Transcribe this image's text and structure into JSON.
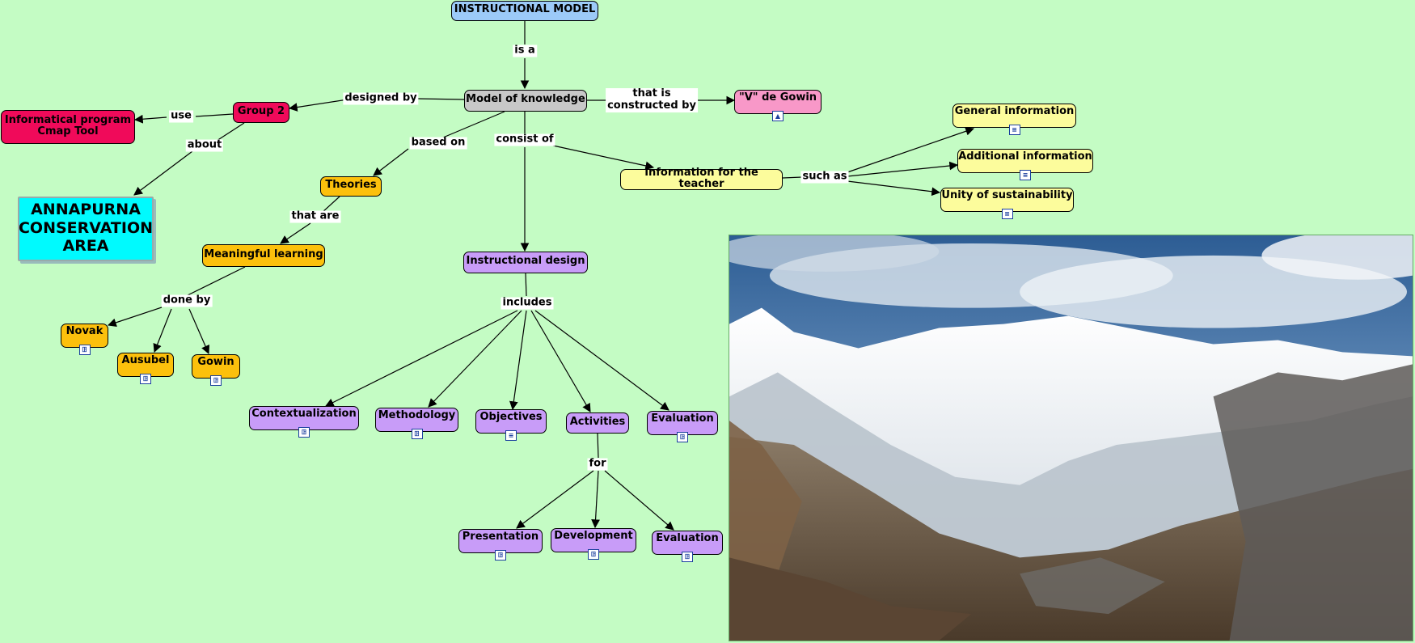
{
  "nodes": {
    "instructional_model": "INSTRUCTIONAL MODEL",
    "model_of_knowledge": "Model of knowledge",
    "v_de_gowin": "\"V\" de Gowin",
    "group2": "Group 2",
    "informatical_program": "Informatical program\nCmap Tool",
    "annapurna": "ANNAPURNA\nCONSERVATION\nAREA",
    "theories": "Theories",
    "meaningful_learning": "Meaningful learning",
    "novak": "Novak",
    "ausubel": "Ausubel",
    "gowin": "Gowin",
    "instructional_design": "Instructional design",
    "contextualization": "Contextualization",
    "methodology": "Methodology",
    "objectives": "Objectives",
    "activities": "Activities",
    "evaluation1": "Evaluation",
    "presentation": "Presentation",
    "development": "Development",
    "evaluation2": "Evaluation",
    "info_teacher": "Information for the teacher",
    "general_info": "General information",
    "additional_info": "Additional information",
    "unity_sustainability": "Unity of sustainability"
  },
  "links": {
    "is_a": "is a",
    "designed_by": "designed by",
    "that_is_constructed_by": "that is\nconstructed by",
    "use": "use",
    "about": "about",
    "based_on": "based on",
    "consist_of": "consist of",
    "that_are": "that are",
    "done_by": "done by",
    "includes": "includes",
    "for": "for",
    "such_as": "such as"
  },
  "icons": {
    "concept_map_icon": "concept-map",
    "document_icon": "document",
    "image_icon": "image"
  },
  "colors": {
    "background": "#c4fcc4",
    "blue": "#9ccaf8",
    "gray": "#c8c8c8",
    "pink": "#f898c8",
    "red": "#f00a5a",
    "orange": "#fcc00c",
    "purple": "#c89cf8",
    "yellow": "#fcfc9c",
    "cyan": "#00fafe"
  }
}
